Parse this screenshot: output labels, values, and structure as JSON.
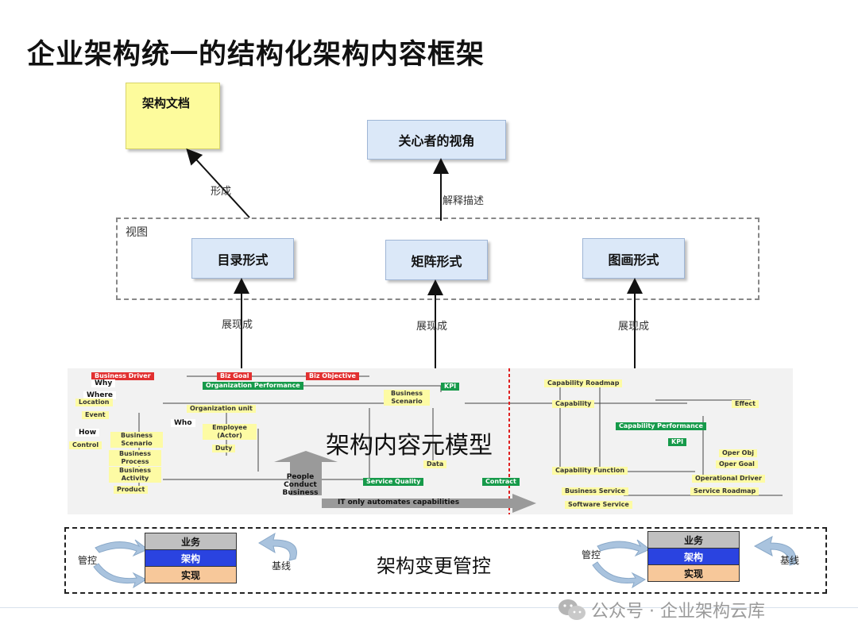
{
  "title": "企业架构统一的结构化架构内容框架",
  "architecture_doc": "架构文档",
  "stakeholder_view": "关心者的视角",
  "view_group": {
    "label": "视图",
    "items": [
      "目录形式",
      "矩阵形式",
      "图画形式"
    ]
  },
  "arrow_labels": {
    "form": "形成",
    "explain": "解释描述",
    "present": "展现成"
  },
  "meta_model": {
    "title": "架构内容元模型",
    "tags": {
      "business_driver": "Business Driver",
      "biz_goal": "Biz Goal",
      "biz_objective": "Biz Objective",
      "org_performance": "Organization Performance",
      "kpi_left": "KPI",
      "business_scenario_top": "Business Scenario",
      "why": "Why",
      "where": "Where",
      "location": "Location",
      "org_unit": "Organization unit",
      "event": "Event",
      "who": "Who",
      "how": "How",
      "control": "Control",
      "business_scenario": "Business Scenario",
      "employee": "Employee (Actor)",
      "duty": "Duty",
      "business_process": "Business Process",
      "business_activity": "Business Activity",
      "product": "Product",
      "data": "Data",
      "people": "People Conduct Business",
      "service_quality": "Service Quality",
      "contract": "Contract",
      "it_automates": "IT only automates capabilities",
      "capability_roadmap": "Capability Roadmap",
      "capability": "Capability",
      "effect": "Effect",
      "capability_performance": "Capability Performance",
      "kpi_right": "KPI",
      "oper_obj": "Oper Obj",
      "oper_goal": "Oper Goal",
      "operational_driver": "Operational Driver",
      "capability_function": "Capability Function",
      "business_service": "Business Service",
      "service_roadmap": "Service Roadmap",
      "software_service": "Software Service"
    }
  },
  "change_control": {
    "title": "架构变更管控",
    "control_label": "管控",
    "baseline_label": "基线",
    "layers": [
      "业务",
      "架构",
      "实现"
    ]
  },
  "watermark": "公众号 · 企业架构云库",
  "colors": {
    "box_fill": "#dbe8f8",
    "note_fill": "#fdfb9c",
    "layer_business": "#c0c0c0",
    "layer_architecture": "#2a43e0",
    "layer_implementation": "#f7c89a"
  }
}
